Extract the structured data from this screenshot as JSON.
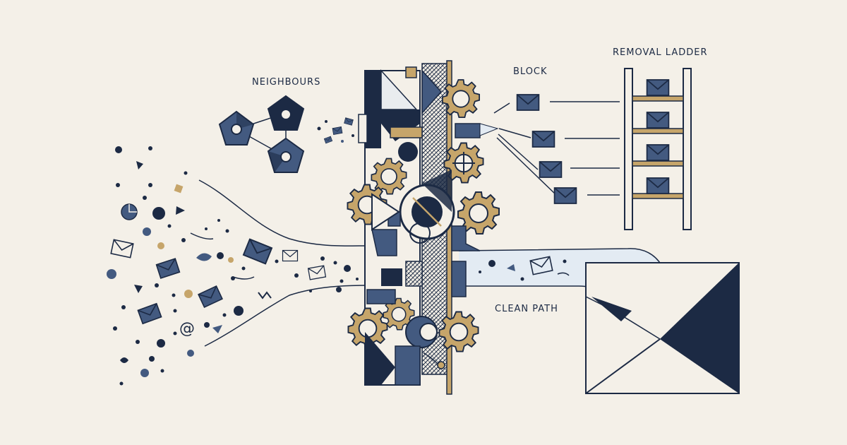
{
  "labels": {
    "neighbours": "NEIGHBOURS",
    "block": "BLOCK",
    "removal_ladder": "REMOVAL LADDER",
    "clean_path": "CLEAN PATH"
  },
  "icons": [
    "envelope-icon",
    "at-sign-icon",
    "gear-icon",
    "pentagon-node-icon"
  ],
  "colors": {
    "background": "#f4f0e8",
    "navy": "#1c2a44",
    "slate": "#435a80",
    "gold": "#c6a56a",
    "pale_blue": "#e3ebf3"
  }
}
